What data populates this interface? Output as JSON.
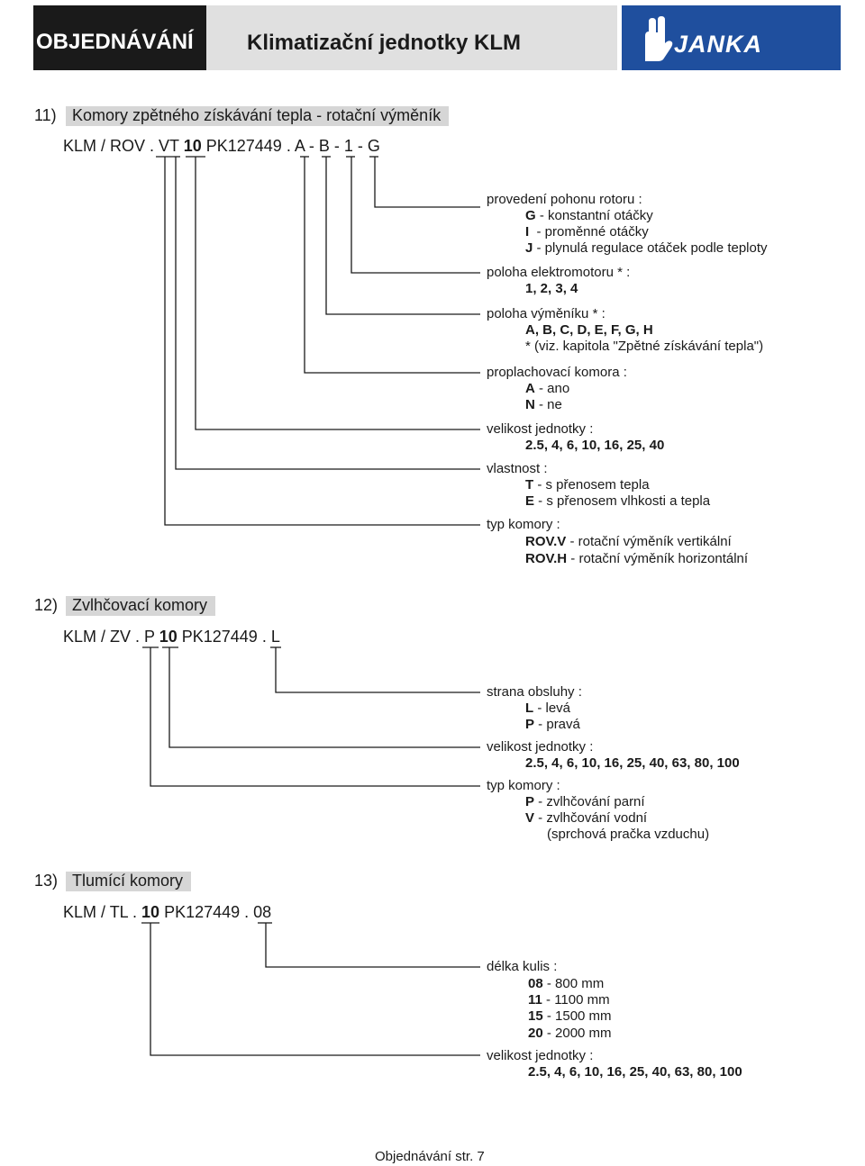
{
  "header": {
    "left": "OBJEDNÁVÁNÍ",
    "title": "Klimatizační jednotky KLM",
    "logo": "JANKA",
    "logo_icon": "hand-icon"
  },
  "s11": {
    "num": "11)",
    "title": "Komory zpětného získávání tepla - rotační výměník",
    "code": {
      "a": "KLM / ROV . VT ",
      "b": "10",
      "c": " PK127449 . A - B - 1 - G"
    },
    "drive_label": "provedení pohonu rotoru :",
    "drive": [
      {
        "k": "G",
        "v": " - konstantní otáčky"
      },
      {
        "k": "I",
        "v": "  - proměnné otáčky"
      },
      {
        "k": "J",
        "v": " - plynulá regulace otáček podle teploty"
      }
    ],
    "motor_label": "poloha elektromotoru * :",
    "motor": "1, 2, 3, 4",
    "exch_label": "poloha výměníku * :",
    "exch": "A, B, C, D, E, F, G, H",
    "note": "* (viz. kapitola \"Zpětné získávání tepla\")",
    "purge_label": "proplachovací komora :",
    "purge": [
      {
        "k": "A",
        "v": " - ano"
      },
      {
        "k": "N",
        "v": " - ne"
      }
    ],
    "size_label": "velikost jednotky :",
    "size": "2.5, 4, 6, 10, 16, 25, 40",
    "prop_label": "vlastnost :",
    "prop": [
      {
        "k": "T",
        "v": " - s přenosem tepla"
      },
      {
        "k": "E",
        "v": " - s přenosem vlhkosti a tepla"
      }
    ],
    "type_label": "typ komory :",
    "type": [
      {
        "k": "ROV.V",
        "v": " - rotační výměník vertikální"
      },
      {
        "k": "ROV.H",
        "v": " - rotační výměník horizontální"
      }
    ]
  },
  "s12": {
    "num": "12)",
    "title": "Zvlhčovací komory",
    "code": {
      "a": "KLM / ZV . P ",
      "b": "10",
      "c": " PK127449 . L"
    },
    "side_label": "strana obsluhy :",
    "side": [
      {
        "k": "L",
        "v": " - levá"
      },
      {
        "k": "P",
        "v": " - pravá"
      }
    ],
    "size_label": "velikost jednotky :",
    "size": "2.5, 4, 6, 10, 16, 25, 40, 63, 80, 100",
    "type_label": "typ komory :",
    "type": [
      {
        "k": "P",
        "v": " - zvlhčování parní"
      },
      {
        "k": "V",
        "v": " - zvlhčování vodní"
      }
    ],
    "type_note": "(sprchová pračka vzduchu)"
  },
  "s13": {
    "num": "13)",
    "title": "Tlumící komory",
    "code": {
      "a": "KLM / TL . ",
      "b": "10",
      "c": " PK127449 . 08"
    },
    "len_label": "délka kulis :",
    "len": [
      {
        "k": "08",
        "v": " - 800 mm"
      },
      {
        "k": "11",
        "v": " - 1100 mm"
      },
      {
        "k": "15",
        "v": " - 1500 mm"
      },
      {
        "k": "20",
        "v": " - 2000 mm"
      }
    ],
    "size_label": "velikost jednotky :",
    "size": "2.5, 4, 6, 10, 16, 25, 40, 63, 80, 100"
  },
  "footer": "Objednávání str. 7"
}
